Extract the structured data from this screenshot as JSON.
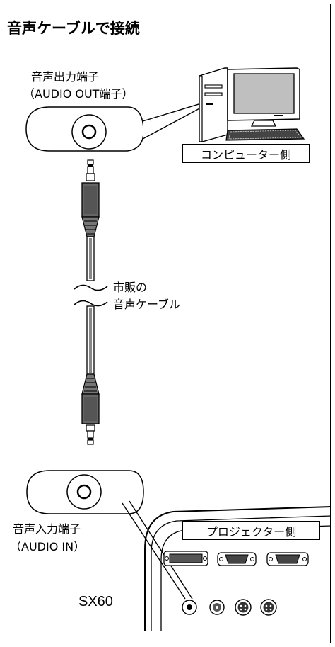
{
  "title": "音声ケーブルで接続",
  "pc_side": {
    "port_label_line1": "音声出力端子",
    "port_label_line2": "（AUDIO OUT端子）",
    "side_label": "コンピューター側",
    "port_icon": "audio-jack-icon",
    "device_icon": "desktop-computer-icon"
  },
  "cable": {
    "label_line1": "市販の",
    "label_line2": "音声ケーブル",
    "icon": "audio-cable-icon"
  },
  "projector_side": {
    "port_label_line1": "音声入力端子",
    "port_label_line2": "（AUDIO IN）",
    "side_label": "プロジェクター側",
    "model": "SX60",
    "port_icon": "audio-jack-icon",
    "device_icon": "projector-panel-icon"
  }
}
